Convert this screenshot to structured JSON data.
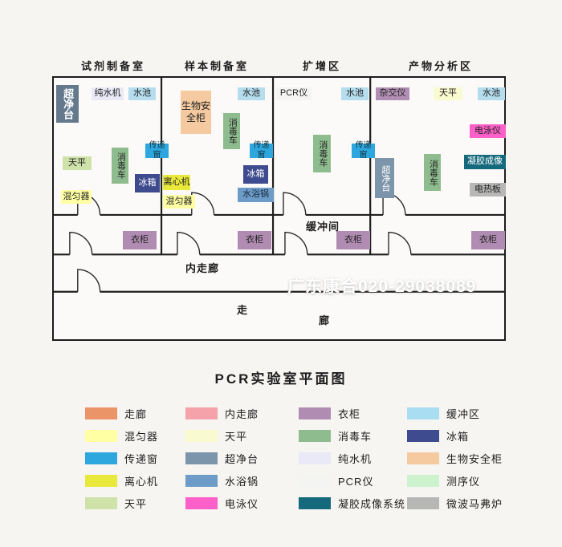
{
  "title": "PCR实验室平面图",
  "watermark": "广东康合020-29038089",
  "room_labels": [
    "试剂制备室",
    "样本制备室",
    "扩增区",
    "产物分析区"
  ],
  "areas": {
    "buffer": "缓冲间",
    "inner_corridor": "内走廊",
    "corridor_top": "走",
    "corridor_bottom": "廊"
  },
  "equipment": [
    {
      "label": "超净台",
      "bg": "#64798c",
      "fg": "#ffffff"
    },
    {
      "label": "纯水机",
      "bg": "#e9e9f7",
      "fg": "#222222"
    },
    {
      "label": "水池",
      "bg": "#b5ddee",
      "fg": "#222222"
    },
    {
      "label": "天平",
      "bg": "#cfe2a9",
      "fg": "#222222"
    },
    {
      "label": "消毒车",
      "bg": "#8fbc8f",
      "fg": "#222222"
    },
    {
      "label": "传递窗",
      "bg": "#2da7dd",
      "fg": "#14323f"
    },
    {
      "label": "冰箱",
      "bg": "#3e4b8e",
      "fg": "#ffffff"
    },
    {
      "label": "混匀器",
      "bg": "#ffffa3",
      "fg": "#222222"
    },
    {
      "label": "生物安全柜",
      "bg": "#f6caa0",
      "fg": "#222222"
    },
    {
      "label": "水池",
      "bg": "#b5ddee",
      "fg": "#222222"
    },
    {
      "label": "消毒车",
      "bg": "#8fbc8f",
      "fg": "#222222"
    },
    {
      "label": "传递窗",
      "bg": "#2da7dd",
      "fg": "#14323f"
    },
    {
      "label": "冰箱",
      "bg": "#3e4b8e",
      "fg": "#ffffff"
    },
    {
      "label": "水浴锅",
      "bg": "#6d9cc9",
      "fg": "#15293a"
    },
    {
      "label": "离心机",
      "bg": "#e9e93b",
      "fg": "#222222"
    },
    {
      "label": "混匀器",
      "bg": "#ffffa3",
      "fg": "#222222"
    },
    {
      "label": "PCR仪",
      "bg": "#f4f4f2",
      "fg": "#222222"
    },
    {
      "label": "水池",
      "bg": "#b5ddee",
      "fg": "#222222"
    },
    {
      "label": "消毒车",
      "bg": "#8fbc8f",
      "fg": "#222222"
    },
    {
      "label": "传递窗",
      "bg": "#2da7dd",
      "fg": "#14323f"
    },
    {
      "label": "杂交仪",
      "bg": "#b18fb4",
      "fg": "#222222"
    },
    {
      "label": "天平",
      "bg": "#fafad0",
      "fg": "#222222"
    },
    {
      "label": "水池",
      "bg": "#b5ddee",
      "fg": "#222222"
    },
    {
      "label": "电泳仪",
      "bg": "#fd60c8",
      "fg": "#222222"
    },
    {
      "label": "凝胶成像",
      "bg": "#15697c",
      "fg": "#ffffff"
    },
    {
      "label": "电热板",
      "bg": "#b7b7b5",
      "fg": "#222222"
    },
    {
      "label": "消毒车",
      "bg": "#8fbc8f",
      "fg": "#222222"
    },
    {
      "label": "超净台",
      "bg": "#7c95aa",
      "fg": "#ffffff"
    },
    {
      "label": "衣柜",
      "bg": "#b18cb2",
      "fg": "#222222"
    },
    {
      "label": "衣柜",
      "bg": "#b18cb2",
      "fg": "#222222"
    },
    {
      "label": "衣柜",
      "bg": "#b18cb2",
      "fg": "#222222"
    },
    {
      "label": "衣柜",
      "bg": "#b18cb2",
      "fg": "#222222"
    }
  ],
  "legend": {
    "columns": [
      {
        "items": [
          {
            "label": "走廊",
            "color": "#ea9468"
          },
          {
            "label": "混匀器",
            "color": "#ffffa3"
          },
          {
            "label": "传递窗",
            "color": "#2da7dd"
          },
          {
            "label": "离心机",
            "color": "#e9e93b"
          },
          {
            "label": "天平",
            "color": "#cfe2a9"
          }
        ]
      },
      {
        "items": [
          {
            "label": "内走廊",
            "color": "#f5a2aa"
          },
          {
            "label": "天平",
            "color": "#fafad0"
          },
          {
            "label": "超净台",
            "color": "#7c95aa"
          },
          {
            "label": "水浴锅",
            "color": "#6d9cc9"
          },
          {
            "label": "电泳仪",
            "color": "#fd60c8"
          }
        ]
      },
      {
        "items": [
          {
            "label": "衣柜",
            "color": "#b18cb2"
          },
          {
            "label": "消毒车",
            "color": "#8fbc8f"
          },
          {
            "label": "纯水机",
            "color": "#e9e9f7"
          },
          {
            "label": "PCR仪",
            "color": "#f4f4f2"
          },
          {
            "label": "凝胶成像系统",
            "color": "#15697c"
          }
        ]
      },
      {
        "items": [
          {
            "label": "缓冲区",
            "color": "#a9ddf1"
          },
          {
            "label": "冰箱",
            "color": "#3e4b8e"
          },
          {
            "label": "生物安全柜",
            "color": "#f6caa0"
          },
          {
            "label": "测序仪",
            "color": "#ccf3cd"
          },
          {
            "label": "微波马弗炉",
            "color": "#b7b7b5"
          }
        ]
      }
    ]
  }
}
